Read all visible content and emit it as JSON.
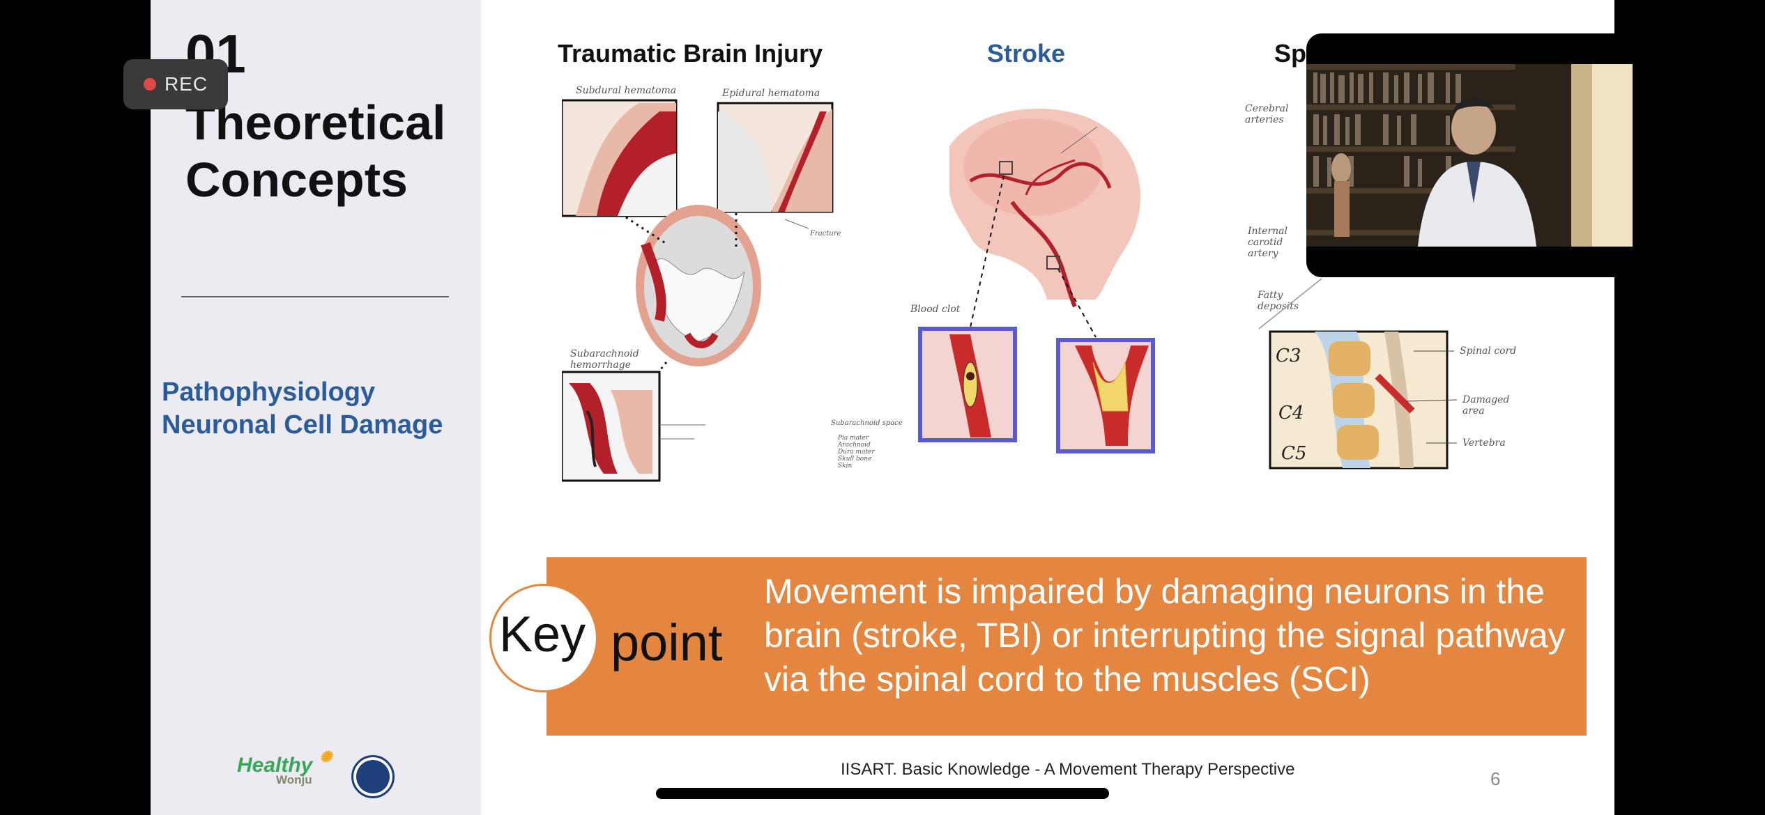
{
  "slide": {
    "section_number": "01",
    "section_title": "Theoretical\nConcepts",
    "subtopics": [
      "Pathophysiology",
      "Neuronal Cell Damage"
    ],
    "logo_healthy": {
      "main": "Healthy",
      "sub": "Wonju"
    },
    "columns": {
      "tbi": {
        "heading": "Traumatic Brain Injury",
        "labels": {
          "subdural": "Subdural hematoma",
          "epidural": "Epidural hematoma",
          "fracture": "Fracture",
          "subarachnoid": "Subarachnoid\nhemorrhage",
          "sub_space": "Subarachnoid space",
          "layers": "Pia mater\nArachnoid\nDura mater\nSkull bone\nSkin"
        }
      },
      "stroke": {
        "heading": "Stroke",
        "labels": {
          "cerebral": "Cerebral\narteries",
          "carotid": "Internal\ncarotid\nartery",
          "clot": "Blood clot",
          "fatty": "Fatty\ndeposits"
        }
      },
      "sci": {
        "heading": "Spi",
        "labels": {
          "cord": "Spinal cord",
          "damaged": "Damaged\narea",
          "vertebra": "Vertebra",
          "c3": "C3",
          "c4": "C4",
          "c5": "C5"
        }
      }
    },
    "key_point": {
      "word1": "Key",
      "word2": "point",
      "text": "Movement is impaired by damaging neurons in the brain (stroke, TBI) or interrupting the signal pathway via the spinal cord to the muscles (SCI)"
    },
    "footer": "IISART. Basic Knowledge - A Movement Therapy Perspective",
    "page_number": "6"
  },
  "overlay": {
    "rec_label": "REC",
    "rec_color": "#e04848"
  },
  "colors": {
    "accent_orange": "#e48540",
    "title_blue": "#2a5b9b",
    "sidebar_bg": "#ebebf1"
  }
}
